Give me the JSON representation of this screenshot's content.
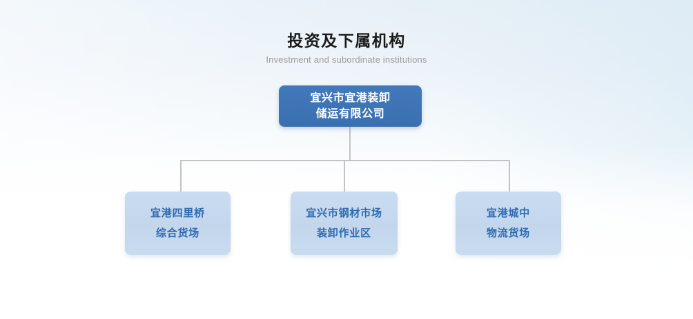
{
  "page": {
    "title_cn": "投资及下属机构",
    "title_en": "Investment and subordinate institutions",
    "background_top_color": "#e6f0f7",
    "background_bottom_color": "#ffffff"
  },
  "chart_data": {
    "type": "diagram",
    "diagram_kind": "organization-chart",
    "title": "投资及下属机构",
    "subtitle": "Investment and subordinate institutions",
    "root": {
      "id": "root",
      "lines": [
        "宜兴市宜港装卸",
        "储运有限公司"
      ],
      "full_text": "宜兴市宜港装卸储运有限公司",
      "fill_color": "#3d75b8",
      "text_color": "#ffffff"
    },
    "children": [
      {
        "id": "child-0",
        "lines": [
          "宜港四里桥",
          "综合货场"
        ],
        "full_text": "宜港四里桥综合货场",
        "fill_color": "#c4d7ed",
        "text_color": "#2d6ab3"
      },
      {
        "id": "child-1",
        "lines": [
          "宜兴市钢材市场",
          "装卸作业区"
        ],
        "full_text": "宜兴市钢材市场装卸作业区",
        "fill_color": "#c4d7ed",
        "text_color": "#2d6ab3"
      },
      {
        "id": "child-2",
        "lines": [
          "宜港城中",
          "物流货场"
        ],
        "full_text": "宜港城中物流货场",
        "fill_color": "#c4d7ed",
        "text_color": "#2d6ab3"
      }
    ],
    "edges": [
      {
        "from": "root",
        "to": "child-0"
      },
      {
        "from": "root",
        "to": "child-1"
      },
      {
        "from": "root",
        "to": "child-2"
      }
    ],
    "connector_color": "#c3c3c3"
  }
}
